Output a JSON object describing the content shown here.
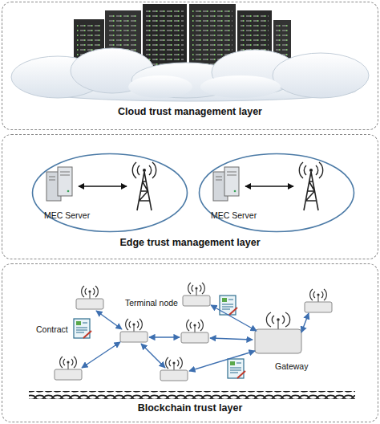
{
  "diagram": {
    "nodes": [
      {
        "text": [
          "Cloud trust management layer"
        ]
      },
      {
        "text": [
          "Edge trust management layer"
        ]
      },
      {
        "text": [
          "Blockchain trust layer"
        ]
      },
      {
        "text": [
          "MEC Server"
        ],
        "in": 1
      },
      {
        "text": [
          "MEC Server"
        ],
        "in": 1
      }
    ],
    "labels": [
      "Terminal node",
      "Contract",
      "Gateway"
    ]
  }
}
